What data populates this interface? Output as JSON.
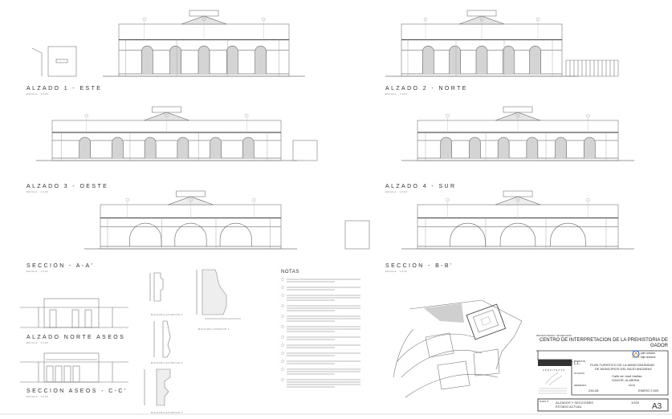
{
  "drawings": [
    {
      "title": "ALZADO 1 - ESTE",
      "scale": "ESCALA : 1/100"
    },
    {
      "title": "ALZADO 2 - NORTE",
      "scale": "ESCALA : 1/100"
    },
    {
      "title": "ALZADO 3 - OESTE",
      "scale": "ESCALA : 1/100"
    },
    {
      "title": "ALZADO 4 - SUR",
      "scale": "ESCALA : 1/100"
    },
    {
      "title": "SECCION - A-A'",
      "scale": "ESCALA : 1/100"
    },
    {
      "title": "SECCION - B-B'",
      "scale": "ESCALA : 1/100"
    },
    {
      "title": "ALZADO NORTE ASEOS",
      "scale": "ESCALA : 1/100"
    },
    {
      "title": "SECCION ASEOS - C-C'",
      "scale": "ESCALA : 1/100"
    }
  ],
  "details": [
    {
      "title": "MOLDURA EXTERIOR 3"
    },
    {
      "title": "MOLDURA INTERIOR 4"
    },
    {
      "title": "MOLDURA EXTERIOR 2"
    },
    {
      "title": "MOLDURA EXTERIOR 1"
    }
  ],
  "notes": {
    "title": "NOTAS"
  },
  "title_block": {
    "project_label": "PROYECTO BASICO Y DE EJECUCION",
    "project": "CENTRO DE INTERPRETACION DE LA PREHISTORIA DE GADOR",
    "architect_logo": "JAVI RODRIGUEZ L.L.",
    "architect_sub": "ARQUITECTO",
    "promotor_label": "PROMOTOR",
    "promotor_line1": "PLAN TURISTICO DE LA MANCOMUNIDAD",
    "promotor_line2": "DE MUNICIPIOS DEL BAJO ANDARAX",
    "situacion_label": "SITUACION",
    "situacion_line1": "Calle de José Iriañas",
    "situacion_line2": "GADOR, ALMERIA",
    "referencia_label": "REFERENCIA",
    "referencia": "230-08",
    "fecha_label": "FECHA",
    "fecha": "ENERO 2.009",
    "plano_label": "PLANO Nº",
    "plano_line1": "ALZADOS Y SECCIONES",
    "plano_line2": "ESTADO ACTUAL",
    "escala": "1/100",
    "sheet": "A3",
    "sponsor_logo_line1": "plan turístico",
    "sponsor_logo_line2": "bajo andarax"
  },
  "colors": {
    "line": "#777777",
    "hatch": "#d4d4d4",
    "sponsor_blue": "#2a6fd6",
    "sponsor_orange": "#f08a24"
  }
}
